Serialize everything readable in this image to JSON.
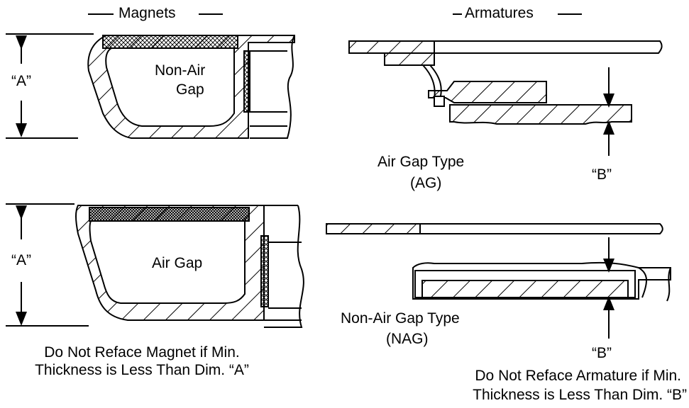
{
  "magnets": {
    "title": "Magnets",
    "top_view": {
      "dim_label": "“A”",
      "area_label_line1": "Non-Air",
      "area_label_line2": "Gap"
    },
    "bottom_view": {
      "dim_label": "“A”",
      "area_label": "Air Gap"
    },
    "note_line1": "Do Not Reface Magnet if Min.",
    "note_line2": "Thickness is Less Than Dim. “A”"
  },
  "armatures": {
    "title": "Armatures",
    "top_view": {
      "type_line1": "Air Gap Type",
      "type_line2": "(AG)",
      "dim_label": "“B”"
    },
    "bottom_view": {
      "type_line1": "Non-Air Gap Type",
      "type_line2": "(NAG)",
      "dim_label": "“B”"
    },
    "note_line1": "Do Not Reface Armature if Min.",
    "note_line2": "Thickness is Less Than Dim. “B”"
  }
}
